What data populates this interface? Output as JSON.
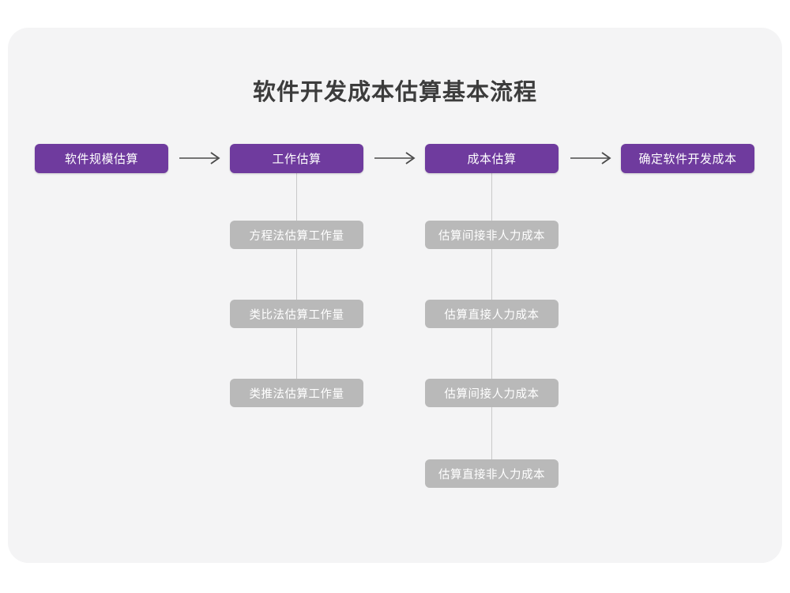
{
  "page": {
    "background": "#ffffff",
    "card_background": "#f4f4f5"
  },
  "diagram": {
    "title": "软件开发成本估算基本流程",
    "type": "flowchart",
    "colors": {
      "primary_node": "#6f3b9e",
      "secondary_node": "#b9b9b9",
      "node_text": "#ffffff",
      "title_text": "#3c3c3c",
      "connector": "#c9c9c9",
      "arrow": "#4a4a4a"
    },
    "main_flow": [
      {
        "id": "step-1",
        "label": "软件规模估算"
      },
      {
        "id": "step-2",
        "label": "工作估算"
      },
      {
        "id": "step-3",
        "label": "成本估算"
      },
      {
        "id": "step-4",
        "label": "确定软件开发成本"
      }
    ],
    "arrows": [
      {
        "id": "arrow-1",
        "glyph": "arrow-right-icon",
        "from": "step-1",
        "to": "step-2"
      },
      {
        "id": "arrow-2",
        "glyph": "arrow-right-icon",
        "from": "step-2",
        "to": "step-3"
      },
      {
        "id": "arrow-3",
        "glyph": "arrow-right-icon",
        "from": "step-3",
        "to": "step-4"
      }
    ],
    "branches": [
      {
        "parent": "step-2",
        "items": [
          {
            "id": "branch-2-1",
            "label": "方程法估算工作量"
          },
          {
            "id": "branch-2-2",
            "label": "类比法估算工作量"
          },
          {
            "id": "branch-2-3",
            "label": "类推法估算工作量"
          }
        ]
      },
      {
        "parent": "step-3",
        "items": [
          {
            "id": "branch-3-1",
            "label": "估算间接非人力成本"
          },
          {
            "id": "branch-3-2",
            "label": "估算直接人力成本"
          },
          {
            "id": "branch-3-3",
            "label": "估算间接人力成本"
          },
          {
            "id": "branch-3-4",
            "label": "估算直接非人力成本"
          }
        ]
      }
    ]
  }
}
